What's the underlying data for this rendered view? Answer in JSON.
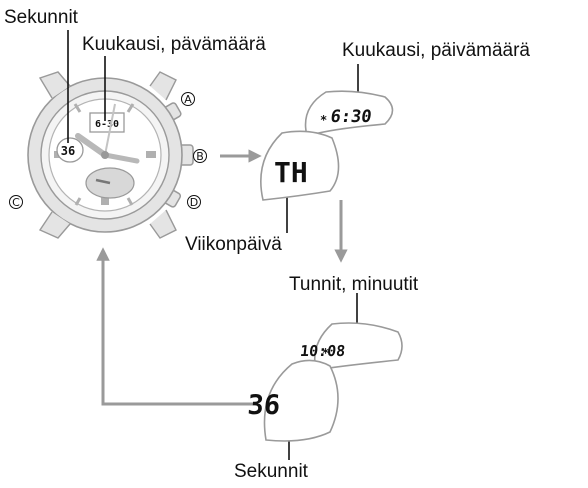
{
  "labels": {
    "seconds_top": "Sekunnit",
    "month_day_watch": "Kuukausi, pävämäärä",
    "month_day_mode": "Kuukausi, päivämäärä",
    "weekday": "Viikonpäivä",
    "hours_minutes": "Tunnit, minuutit",
    "seconds_bottom": "Sekunnit"
  },
  "buttons": {
    "a": "A",
    "b": "B",
    "c": "C",
    "d": "D"
  },
  "watch_display": {
    "small_date": "6-30",
    "seconds": "36"
  },
  "displays": {
    "date": {
      "marker": "*",
      "value": "6:30"
    },
    "weekday": {
      "value": "TH"
    },
    "time": {
      "marker": "*",
      "value": "10:08"
    },
    "seconds": {
      "value": "36"
    }
  },
  "colors": {
    "outline": "#9a9a9a",
    "watch_fill": "#e4e4e4",
    "text": "#111111"
  }
}
